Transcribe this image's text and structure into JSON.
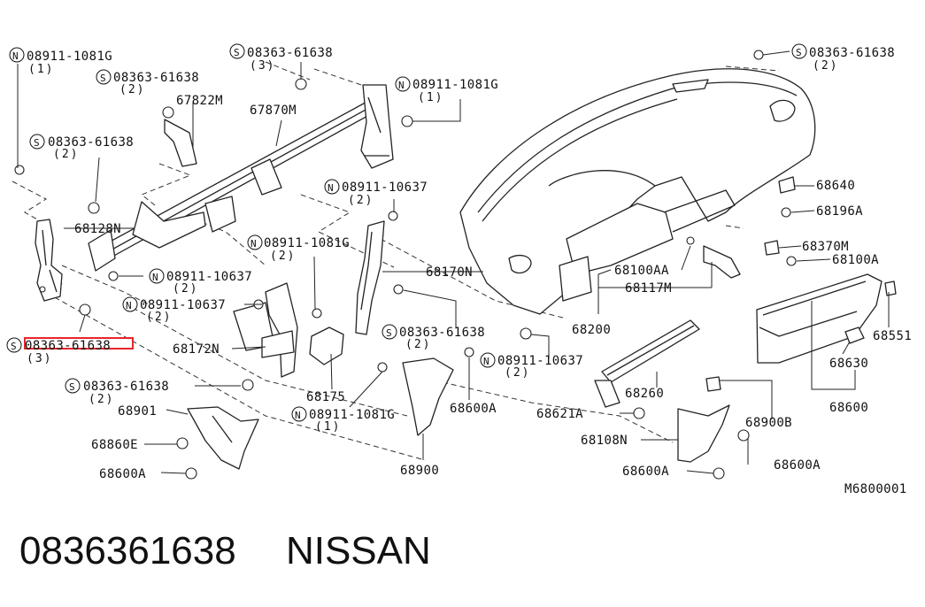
{
  "diagram_code": "M6800001",
  "footer": {
    "part_number": "0836361638",
    "brand": "NISSAN"
  },
  "labels": {
    "n_0891110816_top": "08911-1081G",
    "q_1_a": "(1)",
    "s_0836361638_top": "08363-61638",
    "q_3_top": "(3)",
    "s_0836361638_mid": "08363-61638",
    "q_2_a": "(2)",
    "p_67822M": "67822M",
    "p_67870M": "67870M",
    "n_0891110816_b": "08911-1081G",
    "q_1_b": "(1)",
    "s_0836361638_right": "08363-61638",
    "q_2_right": "(2)",
    "s_0836361638_left": "08363-61638",
    "q_2_left": "(2)",
    "n_0891110637_a": "08911-10637",
    "q_2_n637a": "(2)",
    "p_68128N": "68128N",
    "n_0891110816_c": "08911-1081G",
    "q_2_c": "(2)",
    "n_0891110637_b": "08911-10637",
    "q_2_n637b": "(2)",
    "n_0891110637_c": "08911-10637",
    "q_2_n637c": "(2)",
    "s_0836361638_hl": "08363-61638",
    "q_3_hl": "(3)",
    "p_68172N": "68172N",
    "p_68170N": "68170N",
    "s_0836361638_c": "08363-61638",
    "q_2_sc": "(2)",
    "s_0836361638_d": "08363-61638",
    "q_2_sd": "(2)",
    "p_68175": "68175",
    "n_0891110816_d": "08911-1081G",
    "q_1_d": "(1)",
    "p_68901": "68901",
    "p_68860E": "68860E",
    "p_68600A_1": "68600A",
    "p_68600A_2": "68600A",
    "p_68900": "68900",
    "n_0891110637_d": "08911-10637",
    "q_2_n637d": "(2)",
    "p_68640": "68640",
    "p_68196A": "68196A",
    "p_68370M": "68370M",
    "p_68100A": "68100A",
    "p_68100AA": "68100AA",
    "p_68117M": "68117M",
    "p_68200": "68200",
    "p_68551": "68551",
    "p_68630": "68630",
    "p_68600": "68600",
    "p_68260": "68260",
    "p_68621A": "68621A",
    "p_68900B": "68900B",
    "p_68108N": "68108N",
    "p_68600A_3": "68600A",
    "p_68600A_4": "68600A"
  },
  "symbols": {
    "n": "N",
    "s": "S"
  },
  "highlight": {
    "color": "#e8262a"
  }
}
